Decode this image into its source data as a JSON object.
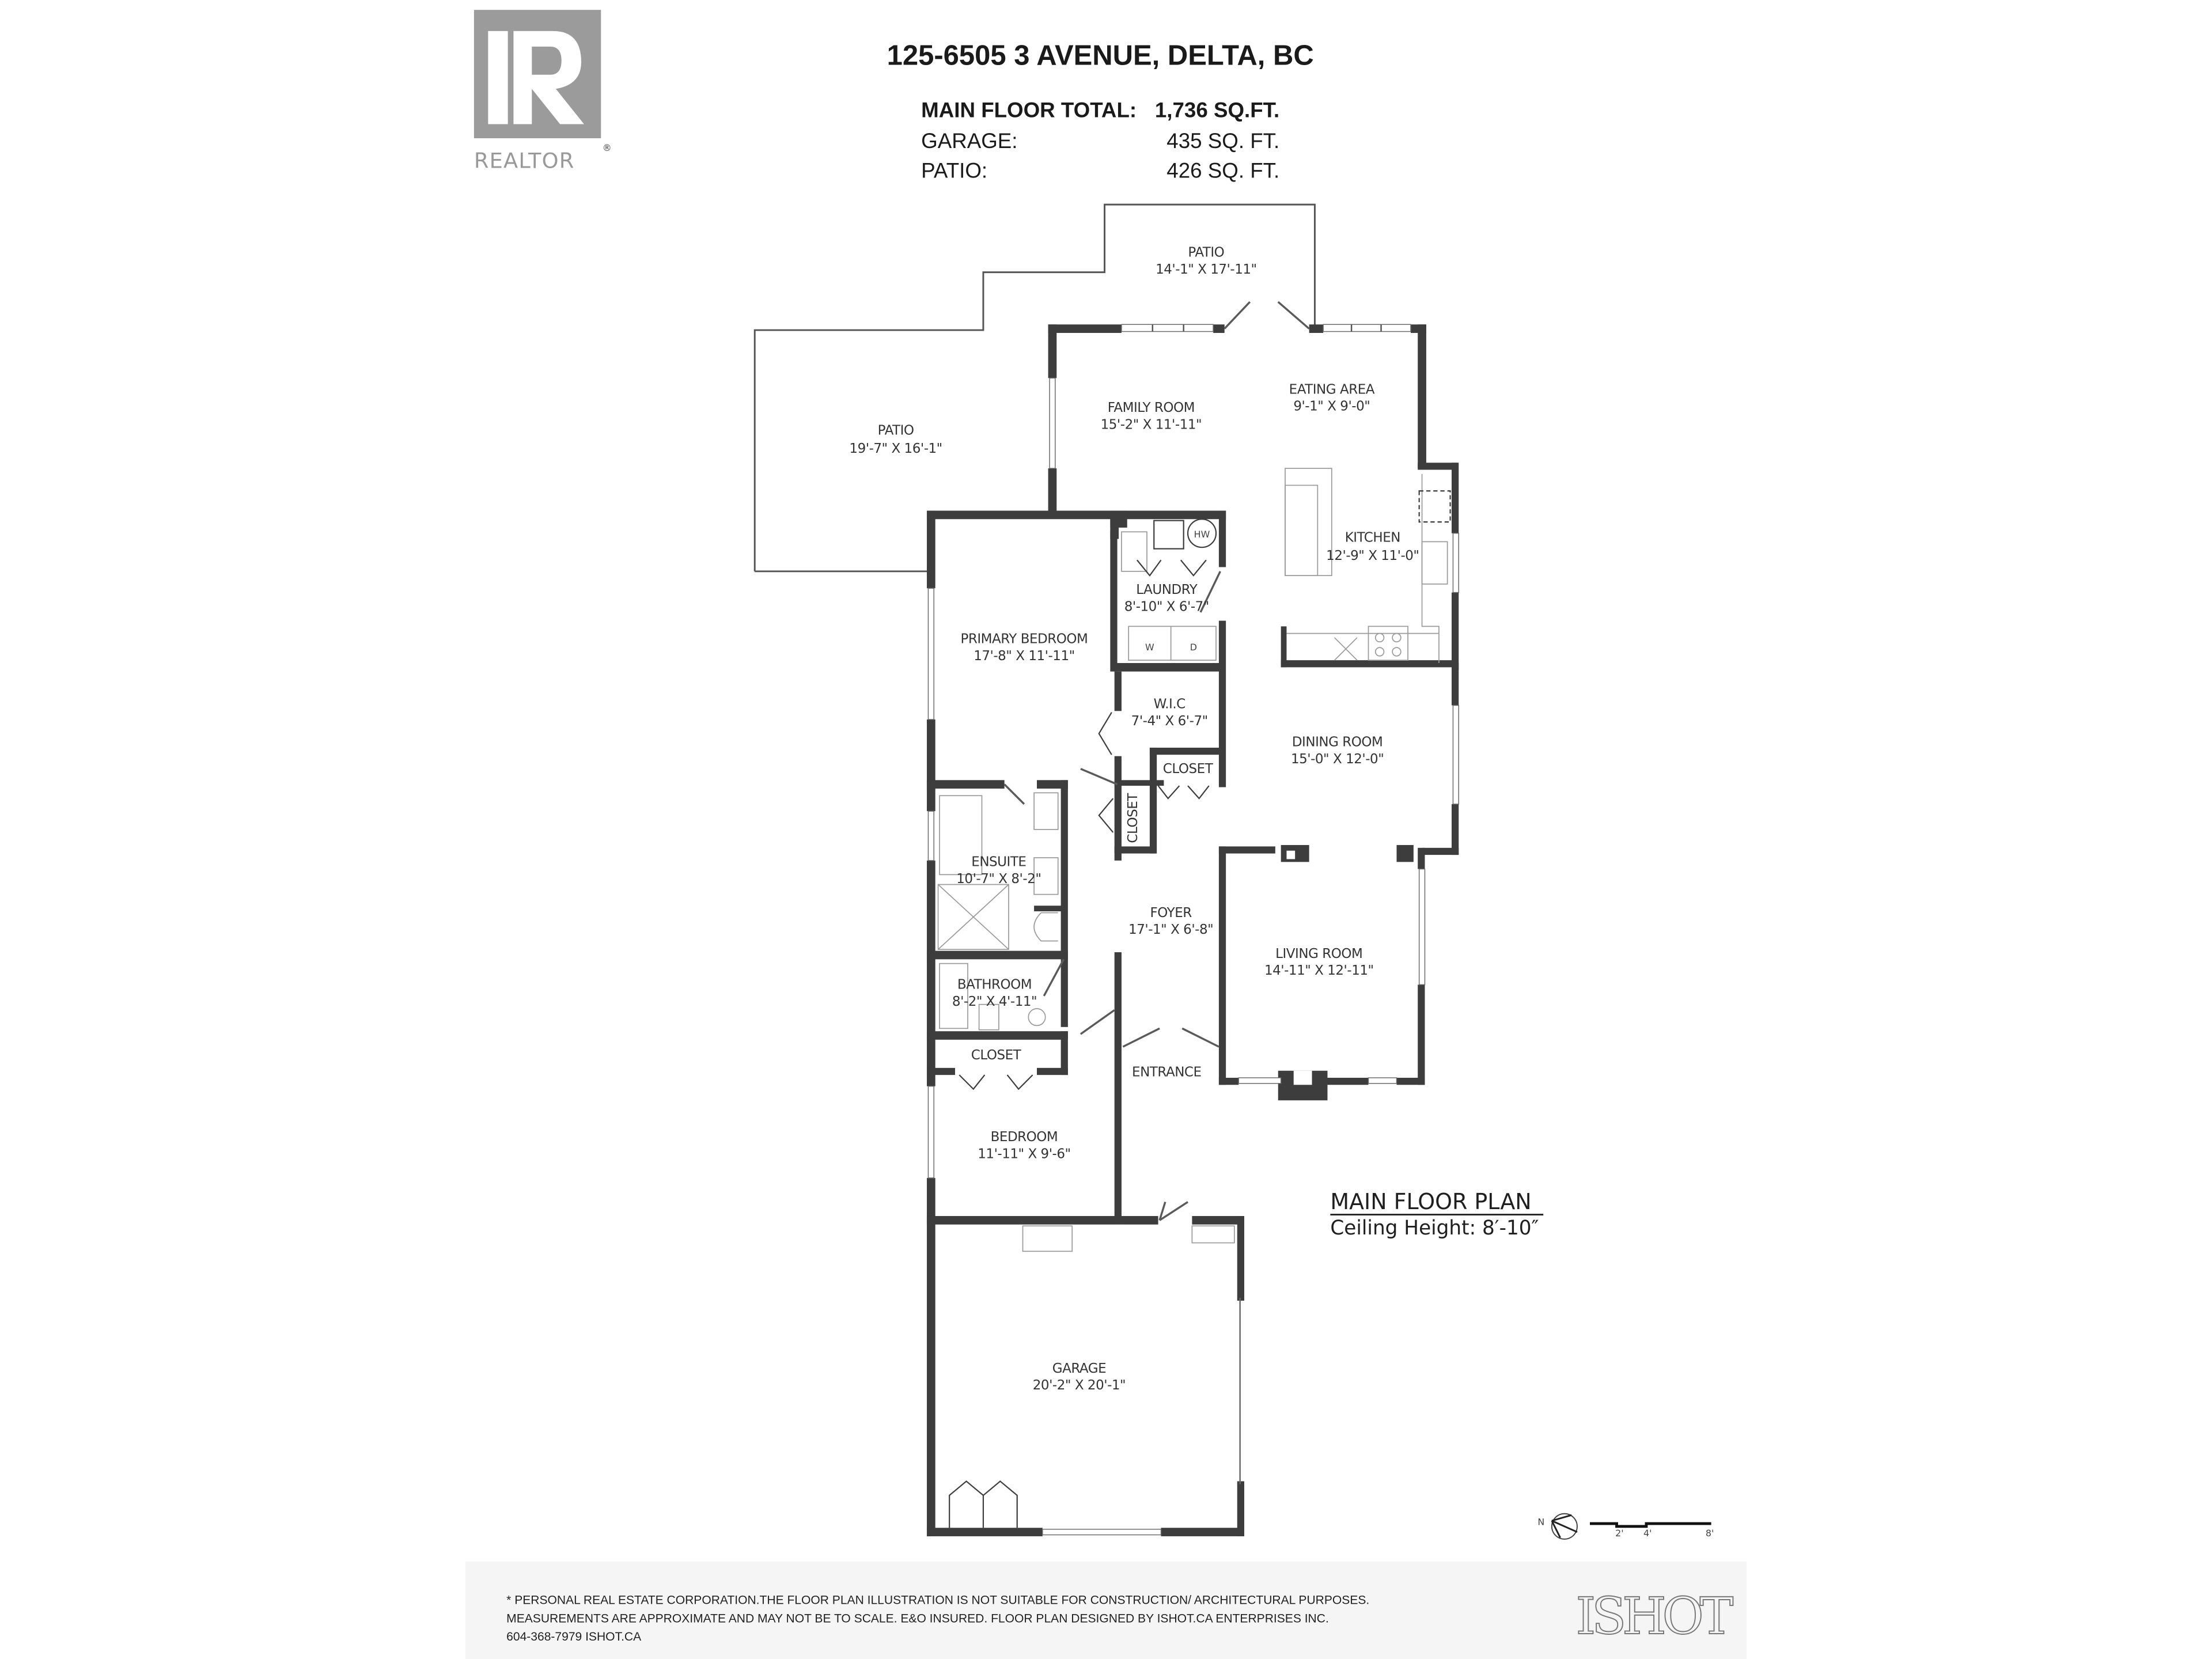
{
  "header": {
    "address": "125-6505 3 AVENUE, DELTA, BC",
    "areas": [
      {
        "label": "MAIN FLOOR TOTAL:",
        "value": "1,736 SQ.FT."
      },
      {
        "label": "GARAGE:",
        "value": "435 SQ. FT."
      },
      {
        "label": "PATIO:",
        "value": "426 SQ. FT."
      }
    ]
  },
  "logos": {
    "realtor": {
      "letter": "R",
      "text": "REALTOR",
      "mark": "®",
      "color": "#9b9b9b"
    },
    "ishot": {
      "text": "ISHOT"
    }
  },
  "plan": {
    "title": "MAIN FLOOR PLAN",
    "ceiling_height": "Ceiling Height: 8′-10″",
    "rooms": [
      {
        "id": "patio-upper",
        "name": "PATIO",
        "dims": "14'-1\" X 17'-11\""
      },
      {
        "id": "patio-left",
        "name": "PATIO",
        "dims": "19'-7\" X 16'-1\""
      },
      {
        "id": "family-room",
        "name": "FAMILY ROOM",
        "dims": "15'-2\" X 11'-11\""
      },
      {
        "id": "eating-area",
        "name": "EATING AREA",
        "dims": "9'-1\" X 9'-0\""
      },
      {
        "id": "kitchen",
        "name": "KITCHEN",
        "dims": "12'-9\" X 11'-0\""
      },
      {
        "id": "laundry",
        "name": "LAUNDRY",
        "dims": "8'-10\" X 6'-7\""
      },
      {
        "id": "primary-bedroom",
        "name": "PRIMARY BEDROOM",
        "dims": "17'-8\" X 11'-11\""
      },
      {
        "id": "wic",
        "name": "W.I.C",
        "dims": "7'-4\" X 6'-7\""
      },
      {
        "id": "closet-hall",
        "name": "CLOSET",
        "dims": ""
      },
      {
        "id": "closet-vertical",
        "name": "CLOSET",
        "dims": ""
      },
      {
        "id": "dining-room",
        "name": "DINING ROOM",
        "dims": "15'-0\" X 12'-0\""
      },
      {
        "id": "ensuite",
        "name": "ENSUITE",
        "dims": "10'-7\" X 8'-2\""
      },
      {
        "id": "foyer",
        "name": "FOYER",
        "dims": "17'-1\" X 6'-8\""
      },
      {
        "id": "living-room",
        "name": "LIVING ROOM",
        "dims": "14'-11\" X 12'-11\""
      },
      {
        "id": "bathroom",
        "name": "BATHROOM",
        "dims": "8'-2\" X 4'-11\""
      },
      {
        "id": "closet-bedroom",
        "name": "CLOSET",
        "dims": ""
      },
      {
        "id": "entrance",
        "name": "ENTRANCE",
        "dims": ""
      },
      {
        "id": "bedroom",
        "name": "BEDROOM",
        "dims": "11'-11\" X 9'-6\""
      },
      {
        "id": "garage",
        "name": "GARAGE",
        "dims": "20'-2\" X 20'-1\""
      }
    ],
    "fixture_labels": {
      "water_heater": "HW",
      "washer": "W",
      "dryer": "D"
    },
    "compass": {
      "label": "N"
    },
    "scale_bar": {
      "ticks": [
        "2'",
        "4'",
        "8'"
      ]
    }
  },
  "footer": {
    "lines": [
      "* PERSONAL REAL ESTATE CORPORATION.THE FLOOR PLAN ILLUSTRATION IS NOT SUITABLE FOR CONSTRUCTION/ ARCHITECTURAL PURPOSES.",
      "MEASUREMENTS ARE APPROXIMATE AND MAY NOT BE TO SCALE. E&O INSURED. FLOOR PLAN DESIGNED BY ISHOT.CA ENTERPRISES INC.",
      "604-368-7979  ISHOT.CA"
    ],
    "background": "#f5f5f5"
  },
  "colors": {
    "wall": "#3d3d3d",
    "text": "#1a1a1a",
    "logo_gray": "#9b9b9b"
  }
}
